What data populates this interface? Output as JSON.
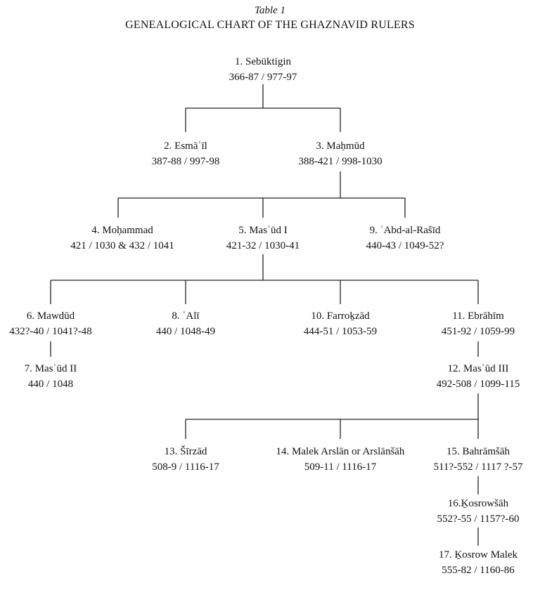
{
  "caption": {
    "label": "Table 1",
    "title": "GENEALOGICAL CHART OF THE GHAZNAVID RULERS"
  },
  "rulers": [
    {
      "name": "1. Sebüktigin",
      "dates": "366-87 / 977-97"
    },
    {
      "name": "2. Esmāʿīl",
      "dates": "387-88 / 997-98"
    },
    {
      "name": "3. Maḥmūd",
      "dates": "388-421 / 998-1030"
    },
    {
      "name": "4. Moḥammad",
      "dates": "421 / 1030 & 432 / 1041"
    },
    {
      "name": "5. Masʿūd I",
      "dates": "421-32 / 1030-41"
    },
    {
      "name": "9. ʿAbd-al-Rašīd",
      "dates": "440-43 / 1049-52?"
    },
    {
      "name": "6. Mawdūd",
      "dates": "432?-40 / 1041?-48"
    },
    {
      "name": "8. ʿAlī",
      "dates": "440 / 1048-49"
    },
    {
      "name": "10. Farroḵzād",
      "dates": "444-51 / 1053-59"
    },
    {
      "name": "11. Ebrāhīm",
      "dates": "451-92 / 1059-99"
    },
    {
      "name": "7. Masʿūd II",
      "dates": "440 / 1048"
    },
    {
      "name": "12. Masʿūd III",
      "dates": "492-508 / 1099-115"
    },
    {
      "name": "13. Šīrzād",
      "dates": "508-9 / 1116-17"
    },
    {
      "name": "14. Malek Arslān or Arslānšāh",
      "dates": "509-11 / 1116-17"
    },
    {
      "name": "15. Bahrāmšāh",
      "dates": "511?-552 / 1117 ?-57"
    },
    {
      "name": "16.Ḵosrowšāh",
      "dates": "552?-55 / 1157?-60"
    },
    {
      "name": "17. Ḵosrow Malek",
      "dates": "555-82 / 1160-86"
    }
  ]
}
